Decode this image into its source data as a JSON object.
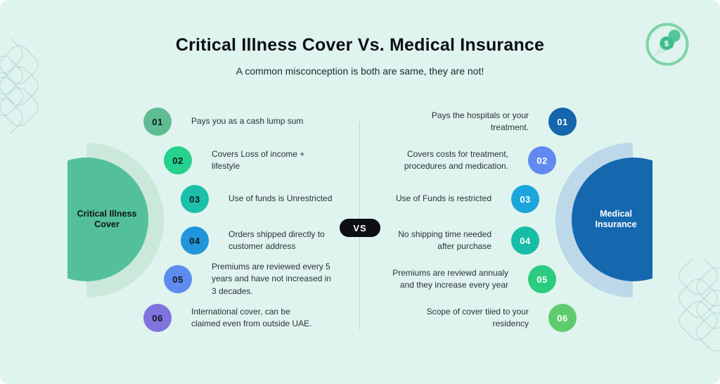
{
  "title": "Critical Illness Cover Vs. Medical Insurance",
  "subtitle": "A common misconception is both are same, they are not!",
  "vs_badge": "VS",
  "colors": {
    "background": "#dff4ee",
    "left_arc_light": "#cbe9db",
    "left_arc": "#54c09b",
    "right_arc_light": "#bdd8e9",
    "right_arc": "#1568ae",
    "divider": "#c5d6d1",
    "vs_background": "#0c0e12"
  },
  "left_panel": {
    "label": "Critical Illness\nCover",
    "items": [
      {
        "num": "01",
        "text": "Pays you as a cash lump sum",
        "color": "#60bd93"
      },
      {
        "num": "02",
        "text": "Covers Loss of income +\nlifestyle",
        "color": "#25d18c"
      },
      {
        "num": "03",
        "text": "Use of funds is Unrestricted",
        "color": "#1cbfa9"
      },
      {
        "num": "04",
        "text": "Orders shipped directly to\ncustomer address",
        "color": "#2196da"
      },
      {
        "num": "05",
        "text": "Premiums are reviewed every 5\nyears and have not increased in\n3 decades.",
        "color": "#5e8bf0"
      },
      {
        "num": "06",
        "text": "International cover, can be\nclaimed even from outside UAE.",
        "color": "#8073de"
      }
    ]
  },
  "right_panel": {
    "label": "Medical\nInsurance",
    "items": [
      {
        "num": "01",
        "text": "Pays the hospitals or your\ntreatment.",
        "color": "#1566ac"
      },
      {
        "num": "02",
        "text": "Covers costs for treatment,\nprocedures and medication.",
        "color": "#6189ef"
      },
      {
        "num": "03",
        "text": "Use of Funds  is restricted",
        "color": "#1ba6dd"
      },
      {
        "num": "04",
        "text": "No shipping time needed\nafter purchase",
        "color": "#17bda6"
      },
      {
        "num": "05",
        "text": "Premiums are reviewd annualy\nand they increase every year",
        "color": "#2ccc80"
      },
      {
        "num": "06",
        "text": "Scope of cover tiied to your\nresidency",
        "color": "#5fcb6e"
      }
    ]
  },
  "logo": {
    "name": "money-compass",
    "currency_symbol": "$",
    "ring_color": "#7fd3a7",
    "needle_dark": "#55c69a",
    "needle_light": "#cfeade",
    "hub_color": "#3fbd8d"
  }
}
